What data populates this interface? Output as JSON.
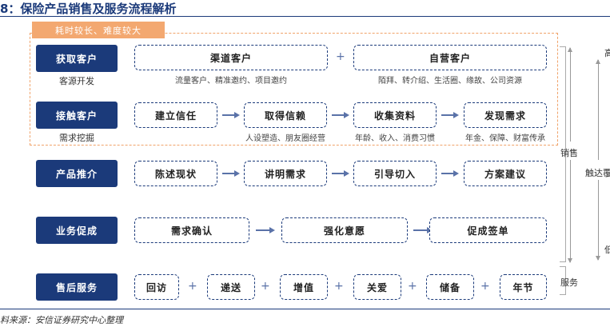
{
  "title": "8：保险产品销售及服务流程解析",
  "focus_tag": "耗时较长、难度较大",
  "stages": [
    {
      "label": "获取客户",
      "sub": "客源开发"
    },
    {
      "label": "接触客户",
      "sub": "需求挖掘"
    },
    {
      "label": "产品推介",
      "sub": ""
    },
    {
      "label": "业务促成",
      "sub": ""
    },
    {
      "label": "售后服务",
      "sub": ""
    }
  ],
  "acquire": {
    "nodes": [
      {
        "label": "渠道客户",
        "sub": "流量客户、精准邀约、项目邀约"
      },
      {
        "label": "自营客户",
        "sub": "陌拜、转介绍、生活圈、缘故、公司资源"
      }
    ]
  },
  "contact": {
    "nodes": [
      {
        "label": "建立信任",
        "sub": ""
      },
      {
        "label": "取得信赖",
        "sub": "人设塑造、朋友圈经营"
      },
      {
        "label": "收集资料",
        "sub": "年龄、收入、消费习惯"
      },
      {
        "label": "发现需求",
        "sub": "年金、保障、财富传承"
      }
    ]
  },
  "recommend": {
    "nodes": [
      {
        "label": "陈述现状"
      },
      {
        "label": "讲明需求"
      },
      {
        "label": "引导切入"
      },
      {
        "label": "方案建议"
      }
    ]
  },
  "close": {
    "nodes": [
      {
        "label": "需求确认"
      },
      {
        "label": "强化意愿"
      },
      {
        "label": "促成签单"
      }
    ]
  },
  "after": {
    "nodes": [
      {
        "label": "回访"
      },
      {
        "label": "递送"
      },
      {
        "label": "增值"
      },
      {
        "label": "关爱"
      },
      {
        "label": "储备"
      },
      {
        "label": "年节"
      }
    ]
  },
  "side": {
    "sales": "销售",
    "service": "服务",
    "reach": "触达覆",
    "top_cut": "高",
    "bottom_cut": "低"
  },
  "source": "料来源：安信证券研究中心整理",
  "colors": {
    "navy": "#1b3a7a",
    "orange": "#f3a870"
  }
}
